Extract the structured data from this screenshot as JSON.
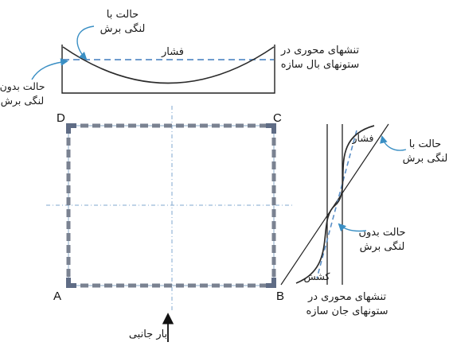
{
  "colors": {
    "structure_line": "#222222",
    "shear_lag_curve": "#2b2b2b",
    "no_shear_lag_dashed": "#5b8fc7",
    "leader_arrow": "#3a8fc4",
    "column_fill": "#7a8291",
    "centerline": "#7fa7cf"
  },
  "top_panel": {
    "with_shear_lag": [
      "حالت با",
      "لنگی برش"
    ],
    "without_shear_lag": [
      "حالت بدون",
      "لنگی برش"
    ],
    "compression": "فشار",
    "caption": [
      "تنشهای محوری در",
      "ستونهای بال سازه"
    ]
  },
  "plan": {
    "corner_labels": {
      "A": "A",
      "B": "B",
      "C": "C",
      "D": "D"
    },
    "lateral_load": "بار جانبی"
  },
  "side_panel": {
    "compression": "فشار",
    "tension": "کشش",
    "with_shear_lag": [
      "حالت با",
      "لنگی برش"
    ],
    "without_shear_lag": [
      "حالت بدون",
      "لنگی برش"
    ],
    "caption": [
      "تنشهای محوری در",
      "ستونهای جان سازه"
    ]
  }
}
